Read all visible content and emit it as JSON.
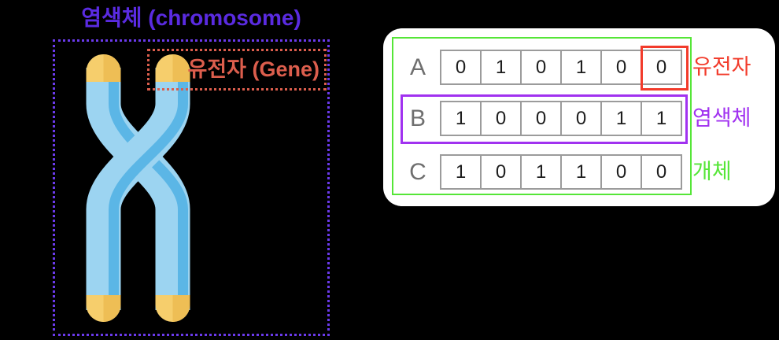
{
  "figure": {
    "title": "염색체 (chromosome)",
    "gene_box_label": "유전자 (Gene)"
  },
  "panel": {
    "rows": [
      {
        "name": "A",
        "cells": [
          "0",
          "1",
          "0",
          "1",
          "0",
          "0"
        ],
        "side_label": "유전자"
      },
      {
        "name": "B",
        "cells": [
          "1",
          "0",
          "0",
          "0",
          "1",
          "1"
        ],
        "side_label": "염색체"
      },
      {
        "name": "C",
        "cells": [
          "1",
          "0",
          "1",
          "1",
          "0",
          "0"
        ],
        "side_label": "개체"
      }
    ]
  },
  "colors": {
    "background": "#000000",
    "title_purple": "#5A2BE1",
    "chromosome_dotted_purple": "#6B3AEC",
    "gene_callout_salmon": "#DC5E4D",
    "gene_highlight_red": "#F23B2B",
    "chromosome_highlight_purple": "#A132F0",
    "individual_highlight_green": "#55E637",
    "chromatid_light_blue": "#9CD4F1",
    "chromatid_dark_blue": "#5BB6E6",
    "telomere_yellow": "#F6CE6C",
    "telomere_dark_yellow": "#EEBE55",
    "cell_border_gray": "#9B9B9B"
  }
}
